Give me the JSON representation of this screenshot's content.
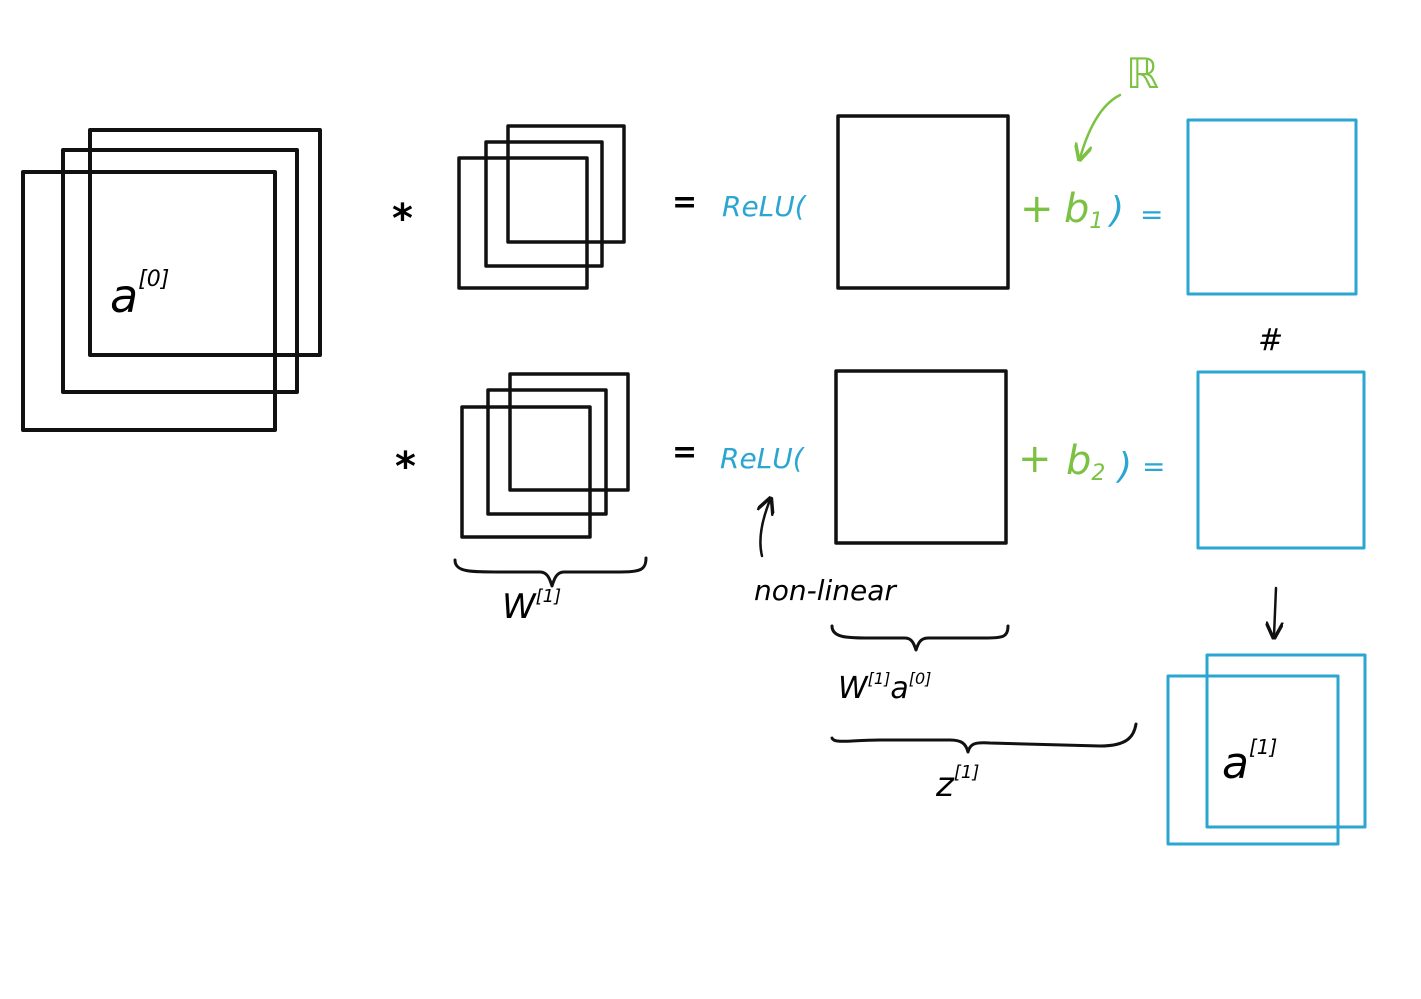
{
  "colors": {
    "ink": "#111111",
    "activation": "#2aa6d1",
    "bias": "#7cc242"
  },
  "input": {
    "label_base": "a",
    "label_sup": "[0]"
  },
  "ops": {
    "convolve": "*",
    "equals": "="
  },
  "row1": {
    "relu": "ReLU(",
    "bias_plus": "+",
    "bias_base": "b",
    "bias_sub": "1",
    "close": ")",
    "equals": "="
  },
  "row2": {
    "relu": "ReLU(",
    "bias_plus": "+",
    "bias_base": "b",
    "bias_sub": "2",
    "close": ")",
    "equals": "="
  },
  "annotations": {
    "reals": "ℝ",
    "stack_symbol": "#",
    "nonlinear": "non-linear",
    "weights_base": "W",
    "weights_sup": "[1]",
    "product_w_base": "W",
    "product_w_sup": "[1]",
    "product_a_base": "a",
    "product_a_sup": "[0]",
    "z_base": "z",
    "z_sup": "[1]"
  },
  "output": {
    "label_base": "a",
    "label_sup": "[1]"
  }
}
